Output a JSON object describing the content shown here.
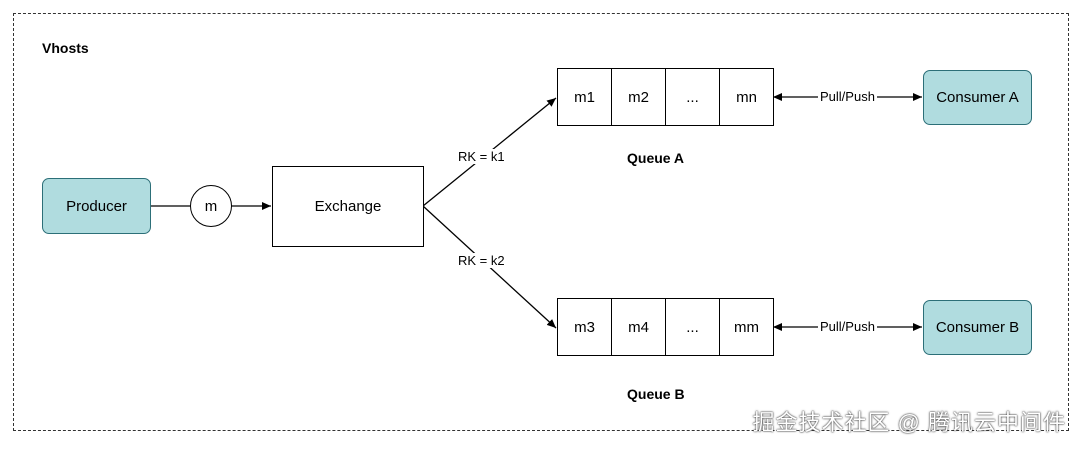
{
  "vhosts_label": "Vhosts",
  "producer": {
    "label": "Producer"
  },
  "message": {
    "label": "m"
  },
  "exchange": {
    "label": "Exchange"
  },
  "routing": {
    "a": "RK = k1",
    "b": "RK = k2"
  },
  "queue_a": {
    "name": "Queue A",
    "cells": [
      "m1",
      "m2",
      "...",
      "mn"
    ]
  },
  "queue_b": {
    "name": "Queue B",
    "cells": [
      "m3",
      "m4",
      "...",
      "mm"
    ]
  },
  "pull_push": {
    "a": "Pull/Push",
    "b": "Pull/Push"
  },
  "consumer_a": {
    "label": "Consumer A"
  },
  "consumer_b": {
    "label": "Consumer B"
  },
  "watermark": "掘金技术社区 @ 腾讯云中间件",
  "colors": {
    "consumer_fill": "#b0dcdf",
    "consumer_border": "#2c6f78"
  }
}
